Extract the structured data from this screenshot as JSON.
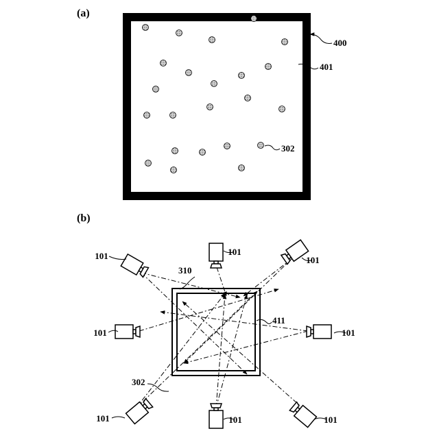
{
  "panel_a": {
    "label": "(a)",
    "refs": {
      "frame": "400",
      "surface": "401",
      "marker": "302"
    }
  },
  "panel_b": {
    "label": "(b)",
    "refs": {
      "frame": "310",
      "surface": "411",
      "marker": "302"
    },
    "camera_label": "101"
  },
  "colors": {
    "ink": "#000000",
    "marker_fill": "#bdbdbd",
    "background": "#ffffff"
  },
  "icons": {
    "marker": "stippled-dot-marker-icon",
    "camera": "video-camera-icon"
  }
}
